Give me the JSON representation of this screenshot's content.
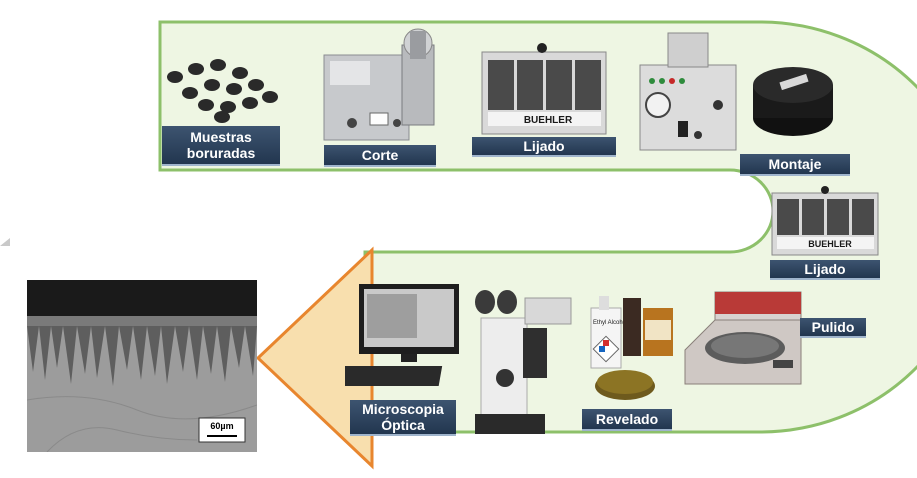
{
  "steps": {
    "muestras": "Muestras boruradas",
    "corte": "Corte",
    "lijado1": "Lijado",
    "montaje": "Montaje",
    "lijado2": "Lijado",
    "pulido": "Pulido",
    "revelado": "Revelado",
    "microscopia": "Microscopia Óptica"
  },
  "equipment_text": {
    "buehler": "BUEHLER",
    "alcohol": "Ethyl Alcohol"
  },
  "micrograph": {
    "scale_bar": "60µm"
  },
  "colors": {
    "track_fill": "#eef6e3",
    "track_stroke": "#8dc06a",
    "arrow_fill": "#f8dfae",
    "arrow_stroke": "#e8862e",
    "label_bg": "#2c4260"
  }
}
